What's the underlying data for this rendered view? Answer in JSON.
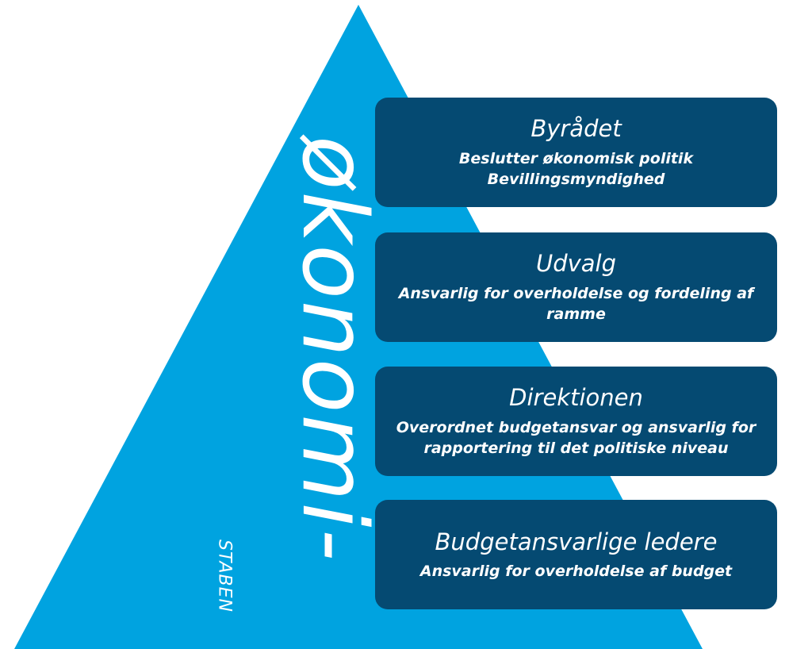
{
  "diagram": {
    "vertical_title": "økonomi-",
    "vertical_subtitle": "STABEN",
    "colors": {
      "pyramid": "#00a3e0",
      "box": "#054a72",
      "text": "#ffffff"
    },
    "levels": [
      {
        "title": "Byrådet",
        "lines": [
          "Beslutter økonomisk politik",
          "Bevillingsmyndighed"
        ]
      },
      {
        "title": "Udvalg",
        "lines": [
          "Ansvarlig for overholdelse og fordeling af ramme"
        ]
      },
      {
        "title": "Direktionen",
        "lines": [
          "Overordnet budgetansvar og ansvarlig for rapportering til det politiske niveau"
        ]
      },
      {
        "title": "Budgetansvarlige ledere",
        "lines": [
          "Ansvarlig for overholdelse af budget"
        ]
      }
    ]
  }
}
